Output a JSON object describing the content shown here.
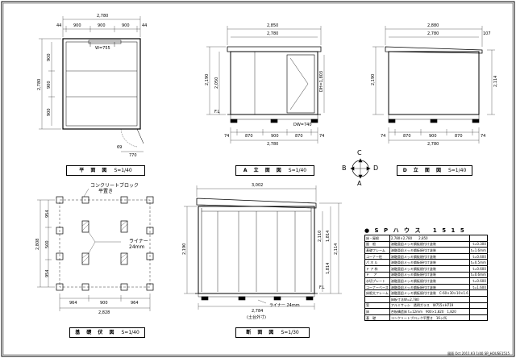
{
  "plan": {
    "dims_top": [
      "2,780",
      "44",
      "900",
      "900",
      "900",
      "44"
    ],
    "dim_left": "2,780",
    "dims_left_parts": [
      "900",
      "900",
      "900"
    ],
    "door_label": "W=755",
    "door_dims": [
      "69",
      "770"
    ],
    "view_title": "平 面 図",
    "view_scale": "S=1/40"
  },
  "elev_a": {
    "dims_top": [
      "2,850",
      "2,780"
    ],
    "dim_left": "2,190",
    "dim_left_inner": "2,050",
    "door_height": "DH=1,803",
    "door_width": "DW=740",
    "fl": "F.L",
    "dims_bottom": [
      "74",
      "870",
      "900",
      "870",
      "74"
    ],
    "dim_bottom_total": "2,780",
    "view_title": "A 立 面 図",
    "view_scale": "S=1/40"
  },
  "elev_d": {
    "dims_top": [
      "2,880",
      "2,780",
      "107"
    ],
    "dim_left": "2,190",
    "dim_right": "2,114",
    "dims_bottom": [
      "74",
      "870",
      "900",
      "870",
      "74"
    ],
    "dim_bottom_total": "2,780",
    "view_title": "D 立 面 図",
    "view_scale": "S=1/40"
  },
  "compass": {
    "c": "C",
    "b": "B",
    "d": "D",
    "a": "A"
  },
  "foundation": {
    "block_label": "コンクリートブロック",
    "block_sub": "平置き",
    "liner_label": "ライナー",
    "liner_sub": "24mm",
    "dims_left": [
      "954",
      "500",
      "954"
    ],
    "dim_left_total": "2,808",
    "dims_bottom": [
      "964",
      "900",
      "964"
    ],
    "dim_bottom_total": "2,828",
    "view_title": "基 礎 伏 図",
    "view_scale": "S=1/40"
  },
  "section": {
    "dim_top": "3,002",
    "dim_left": "2,190",
    "dims_right": [
      "2,110",
      "1,814",
      "1,814",
      "2,114"
    ],
    "fl": "F.L",
    "dim_bottom": "2,784",
    "liner": "ライナー 24mm",
    "note": "(土台外寸)",
    "view_title": "断 面 図",
    "view_scale": "S=1/30"
  },
  "spec": {
    "title": "● S P ハ ウ ス 　1 5 1 5",
    "rows": [
      {
        "k": "床・屋根",
        "v": "2,780×2,780　　2,850",
        "q": ""
      },
      {
        "k": "屋　根",
        "v": "溶融亜鉛メッキ鋼板焼付け塗装",
        "q": "t=0.300"
      },
      {
        "k": "基礎フレーム",
        "v": "溶融亜鉛メッキ鋼板焼付け塗装",
        "q": "t=1.6mm"
      },
      {
        "k": "コーナー柱",
        "v": "溶融亜鉛メッキ鋼板焼付け塗装",
        "q": "t=0.600"
      },
      {
        "k": "パ ネ ル",
        "v": "溶融亜鉛メッキ鋼板焼付け塗装",
        "q": "t=0.5mm"
      },
      {
        "k": "ド ア 枠",
        "v": "溶融亜鉛メッキ鋼板焼付け塗装",
        "q": "t=0.600"
      },
      {
        "k": "ド 　ア",
        "v": "溶融亜鉛メッキ鋼板焼付け塗装",
        "q": "t=0.6mm"
      },
      {
        "k": "水切プレート",
        "v": "溶融亜鉛メッキ鋼板焼付け塗装",
        "q": "t=0.600"
      },
      {
        "k": "コーナーベース",
        "v": "溶融亜鉛メッキ鋼板焼付け塗装",
        "q": "t=1.600"
      },
      {
        "k": "床根太フレーム",
        "v": "溶融亜鉛メッキ鋼板焼付け塗装　C-60×30×10×1.6",
        "q": ""
      },
      {
        "k": "",
        "v": "床板寸法W=2,780",
        "q": ""
      },
      {
        "k": "窓",
        "v": "アルミサッシ　透明ガラス　W755×H719",
        "q": ""
      },
      {
        "k": "床",
        "v": "合板構造床 t=12mm　900×1,820　1,820",
        "q": ""
      },
      {
        "k": "基　礎",
        "v": "コンクリートブロック平置き　16ヶ所",
        "q": ""
      }
    ]
  },
  "footer": "図面 Oct.2011.K3 1/40 SP_HOUSE1515"
}
